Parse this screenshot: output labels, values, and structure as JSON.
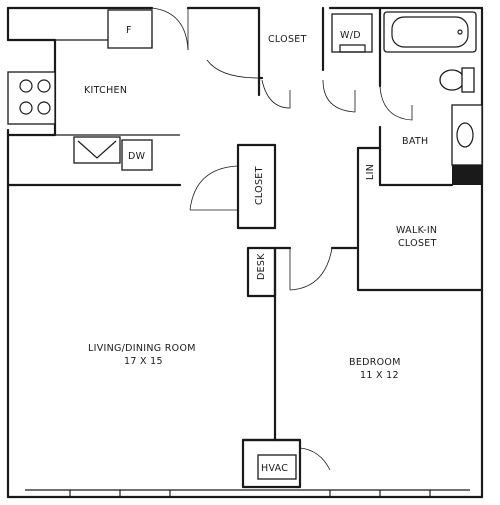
{
  "floor_plan": {
    "kitchen": {
      "label": "KITCHEN"
    },
    "fridge": {
      "label": "F"
    },
    "dishwasher": {
      "label": "DW"
    },
    "closet_top": {
      "label": "CLOSET"
    },
    "washer_dryer": {
      "label": "W/D"
    },
    "bath": {
      "label": "BATH"
    },
    "linen": {
      "label": "LIN"
    },
    "closet_mid": {
      "label": "CLOSET"
    },
    "walk_in_closet": {
      "line1": "WALK-IN",
      "line2": "CLOSET"
    },
    "desk": {
      "label": "DESK"
    },
    "living_dining": {
      "label": "LIVING/DINING ROOM",
      "size": "17 X 15"
    },
    "bedroom": {
      "label": "BEDROOM",
      "size": "11 X 12"
    },
    "hvac": {
      "label": "HVAC"
    }
  }
}
